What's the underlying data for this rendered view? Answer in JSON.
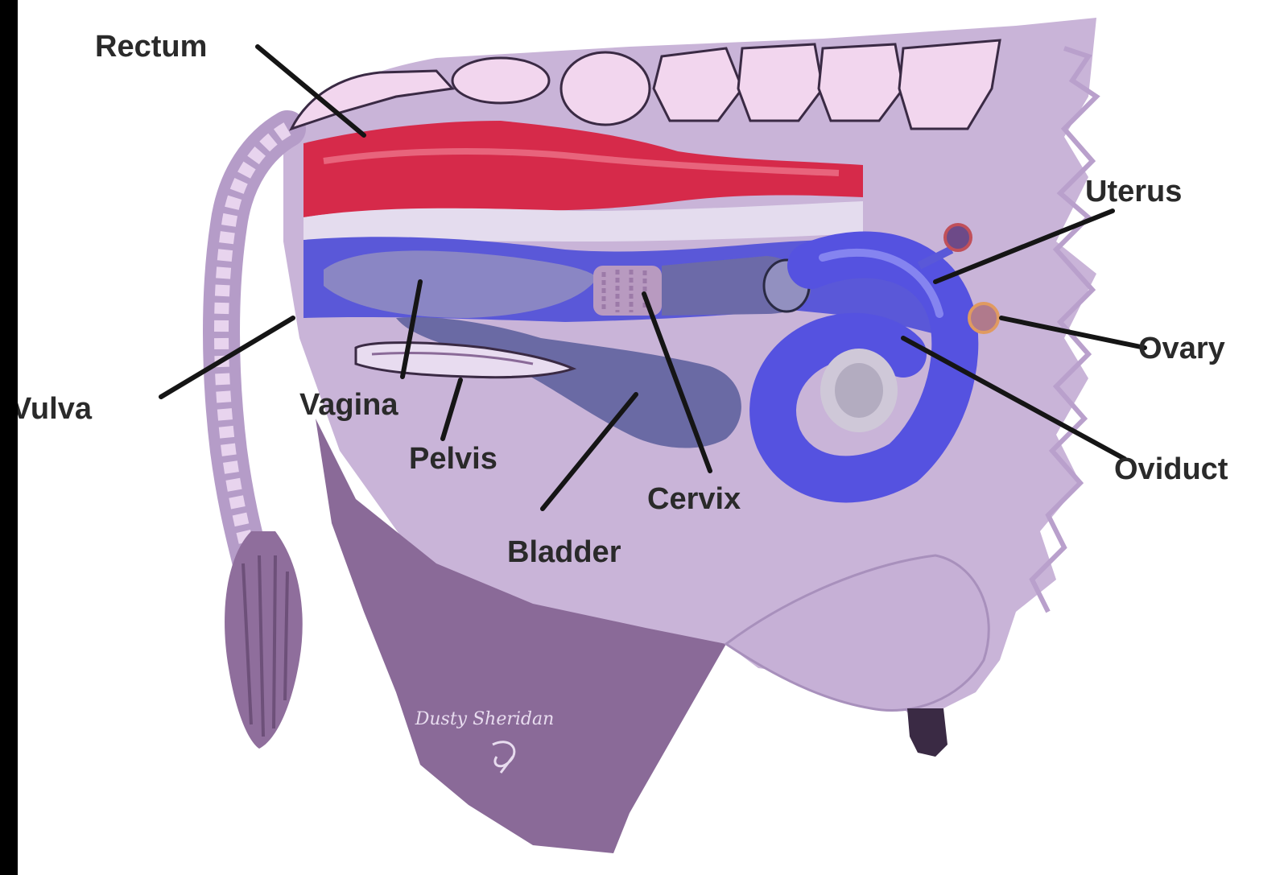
{
  "labels": {
    "rectum": "Rectum",
    "uterus": "Uterus",
    "ovary": "Ovary",
    "oviduct": "Oviduct",
    "vulva": "Vulva",
    "vagina": "Vagina",
    "pelvis": "Pelvis",
    "cervix": "Cervix",
    "bladder": "Bladder"
  },
  "signature": "Dusty Sheridan",
  "colors": {
    "body": "#c9b4d8",
    "body_dark": "#8a6a98",
    "rectum": "#d62a4a",
    "tract": "#5a58d8",
    "uterus_horn": "#5552e0",
    "bladder": "#6a6aa4",
    "bone": "#f2d6ee",
    "background": "#ffffff"
  }
}
